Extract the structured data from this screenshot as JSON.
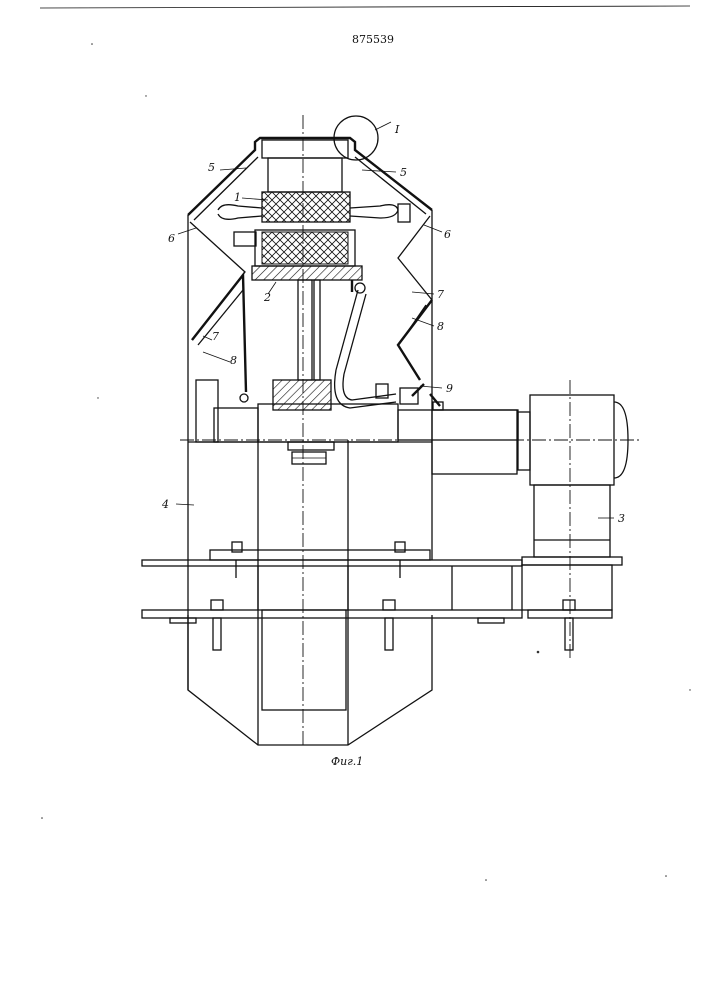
{
  "document": {
    "patent_number": "875539",
    "figure_caption": "Фиг.1"
  },
  "callouts": {
    "detail_view": "I",
    "c1": "1",
    "c2": "2",
    "c3": "3",
    "c4": "4",
    "c5_left": "5",
    "c5_right": "5",
    "c6_left": "6",
    "c6_right": "6",
    "c7_left": "7",
    "c7_right": "7",
    "c8_left": "8",
    "c8_right": "8",
    "c9": "9"
  }
}
